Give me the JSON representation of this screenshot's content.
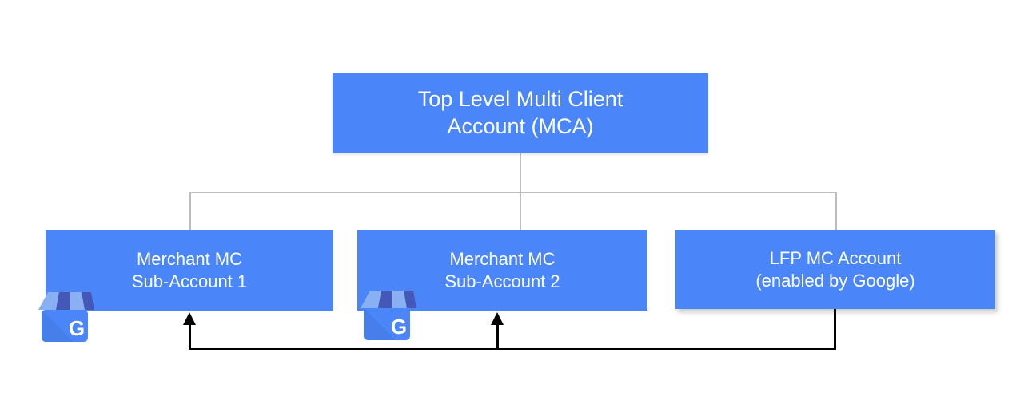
{
  "diagram": {
    "title_node": {
      "label": "Top Level Multi Client\nAccount (MCA)",
      "color": "#4a86f7"
    },
    "children": [
      {
        "id": "merchant-sub-account-1",
        "label": "Merchant MC\nSub-Account 1",
        "color": "#4a86f7",
        "icon": "google-my-business-icon"
      },
      {
        "id": "merchant-sub-account-2",
        "label": "Merchant MC\nSub-Account 2",
        "color": "#4a86f7",
        "icon": "google-my-business-icon"
      },
      {
        "id": "lfp-mc-account",
        "label": "LFP MC Account\n(enabled by Google)",
        "color": "#4a86f7",
        "icon": null
      }
    ],
    "connectors": {
      "tree_color": "#bdbdbd",
      "feedback_color": "#000000"
    },
    "icon_colors": {
      "awning_light": "#8ab0f4",
      "awning_dark": "#4458b8",
      "body": "#4a86f7",
      "letter": "#ffffff",
      "letter_text": "G"
    }
  }
}
